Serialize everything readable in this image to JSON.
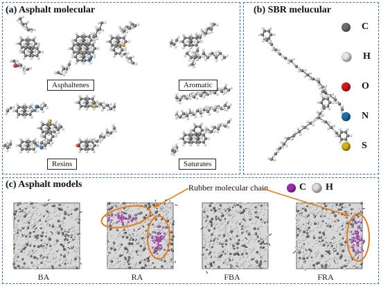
{
  "panel_a": {
    "title": "(a) Asphalt molecular",
    "labels": {
      "asphaltenes": "Asphaltenes",
      "aromatic": "Aromatic",
      "resins": "Resins",
      "saturates": "Saturates"
    }
  },
  "panel_b": {
    "title": "(b) SBR melucular"
  },
  "legend_b": [
    {
      "symbol": "C",
      "color": "#6e6e6e"
    },
    {
      "symbol": "H",
      "color": "#e6e6e6"
    },
    {
      "symbol": "O",
      "color": "#d21a1a"
    },
    {
      "symbol": "N",
      "color": "#1f6fb0"
    },
    {
      "symbol": "S",
      "color": "#d8b21e"
    }
  ],
  "panel_c": {
    "title": "(c) Asphalt models",
    "annotation": "Rubber molecular chain",
    "legend": [
      {
        "symbol": "C",
        "color": "#9b2fb0"
      },
      {
        "symbol": "H",
        "color": "#dcdcdc"
      }
    ],
    "models": [
      "BA",
      "RA",
      "FBA",
      "FRA"
    ],
    "highlight_color": "#e07b20",
    "rubber_color": "#b52bbf"
  }
}
